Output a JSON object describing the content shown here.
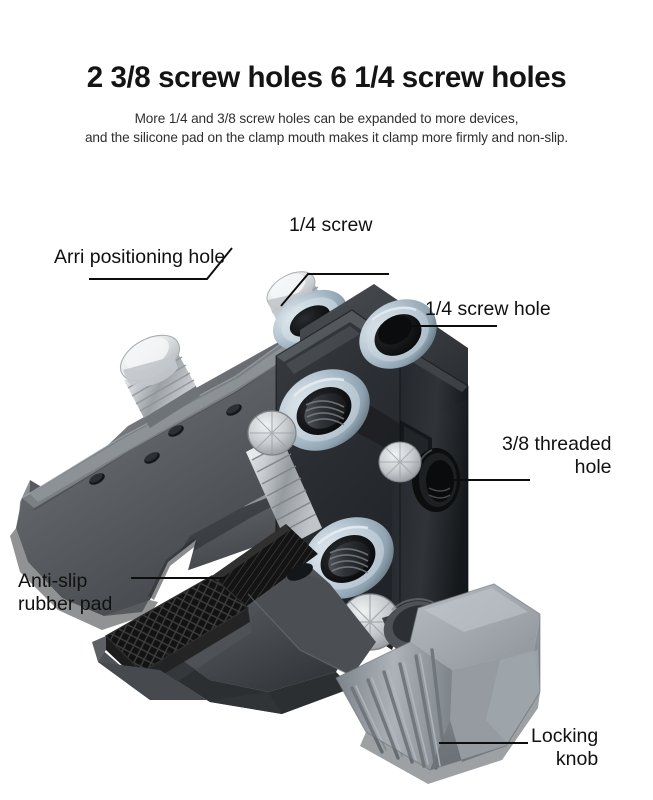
{
  "header": {
    "title": "2 3/8 screw holes 6 1/4 screw holes",
    "subtitle_line1": "More 1/4 and 3/8 screw holes can be expanded to more devices,",
    "subtitle_line2": "and the silicone pad on the clamp mouth makes it clamp more firmly and non-slip."
  },
  "callouts": {
    "arri": "Arri positioning hole",
    "quarter_screw": "1/4 screw",
    "quarter_hole": "1/4 screw hole",
    "threaded_line1": "3/8 threaded",
    "threaded_line2": "hole",
    "antislip_line1": "Anti-slip",
    "antislip_line2": "rubber pad",
    "locking_line1": "Locking",
    "locking_line2": "knob"
  },
  "product": {
    "name": "super-clamp",
    "parts": [
      "upper-jaw",
      "lower-jaw",
      "body-block",
      "anti-slip-rubber-pad",
      "locking-knob",
      "hinge-pivot-disc",
      "quarter-inch-screw",
      "arri-positioning-pin-hole",
      "threaded-hole"
    ]
  },
  "colors": {
    "background": "#ffffff",
    "title_text": "#141414",
    "subtitle_text": "#2f2f2f",
    "callout_text": "#111111",
    "leader_line": "#0d0d0d",
    "body_dark": "#2e3134",
    "body_mid": "#5a5e62",
    "body_light": "#8d9298",
    "knob_gray": "#8a9096",
    "ring_blue": "#b6c6d2",
    "metal_silver": "#d3d6d9",
    "rubber_black": "#121212"
  }
}
